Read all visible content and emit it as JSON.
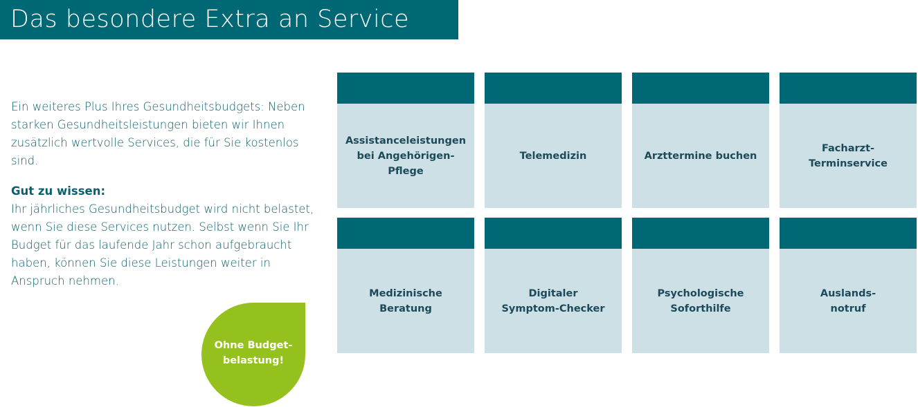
{
  "header": {
    "title": "Das besondere Extra an Service"
  },
  "intro": {
    "text": "Ein weiteres Plus Ihres Gesundheitsbudgets: Neben starken Gesundheitsleistungen bieten wir Ihnen zusätzlich wertvolle Services, die für Sie kostenlos sind."
  },
  "good_to_know": {
    "title": "Gut zu wissen:",
    "text": "Ihr jährliches Gesundheitsbudget wird nicht belastet, wenn Sie diese Services nutzen. Selbst wenn Sie Ihr Budget für das laufende Jahr schon aufgebraucht haben, können Sie diese Leistungen weiter in Anspruch nehmen."
  },
  "badge": {
    "text": "Ohne Budget-\nbelastung!"
  },
  "services": [
    {
      "label": "Assistanceleistungen\nbei Angehörigen-\nPflege"
    },
    {
      "label": "Telemedizin"
    },
    {
      "label": "Arzttermine buchen"
    },
    {
      "label": "Facharzt-\nTerminservice"
    },
    {
      "label": "Medizinische\nBeratung"
    },
    {
      "label": "Digitaler\nSymptom-Checker"
    },
    {
      "label": "Psychologische\nSoforthilfe"
    },
    {
      "label": "Auslands-\nnotruf"
    }
  ],
  "colors": {
    "primary_teal": "#006874",
    "tile_light": "#cde0e5",
    "text_teal": "#0c5f6c",
    "tile_text": "#1c4a5a",
    "accent_green": "#95c11f"
  }
}
